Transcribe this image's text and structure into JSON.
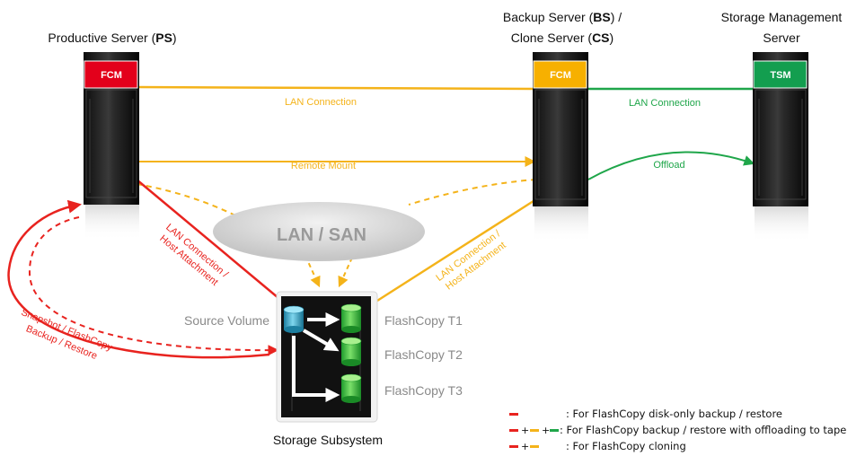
{
  "servers": {
    "ps": {
      "title_pre": "Productive Server (",
      "title_bold": "PS",
      "title_post": ")",
      "badge": "FCM"
    },
    "bs": {
      "title_line1_pre": "Backup Server (",
      "title_line1_bold": "BS",
      "title_line1_post": ") /",
      "title_line2_pre": "Clone Server (",
      "title_line2_bold": "CS",
      "title_line2_post": ")",
      "badge": "FCM"
    },
    "tsm": {
      "title_line1": "Storage Management",
      "title_line2": "Server",
      "badge": "TSM"
    }
  },
  "connections": {
    "lan_yellow": "LAN Connection",
    "lan_green": "LAN Connection",
    "remote_mount": "Remote Mount",
    "offload": "Offload",
    "lan_host_red_line1": "LAN Connection /",
    "lan_host_red_line2": "Host Attachment",
    "lan_host_yellow_line1": "LAN Connection /",
    "lan_host_yellow_line2": "Host Attachment",
    "snapshot_line1": "Snapshot / FlashCopy",
    "snapshot_line2": "Backup / Restore"
  },
  "network_cloud": "LAN / SAN",
  "storage": {
    "title": "Storage Subsystem",
    "source": "Source Volume",
    "targets": [
      "FlashCopy T1",
      "FlashCopy T2",
      "FlashCopy T3"
    ]
  },
  "legend": [
    {
      "symbols": [
        "red"
      ],
      "text": ": For FlashCopy disk-only backup / restore"
    },
    {
      "symbols": [
        "red",
        "+",
        "yellow",
        "+",
        "green"
      ],
      "text": ": For FlashCopy backup / restore with offloading to tape"
    },
    {
      "symbols": [
        "red",
        "+",
        "yellow"
      ],
      "text": ": For FlashCopy cloning"
    }
  ],
  "colors": {
    "red": "#e8231f",
    "yellow": "#f4b31a",
    "green": "#1fa64a",
    "badge_red": "#e3001b",
    "badge_yellow": "#f7b000",
    "badge_green": "#139e4f",
    "label_gray": "#8a8a8a"
  }
}
